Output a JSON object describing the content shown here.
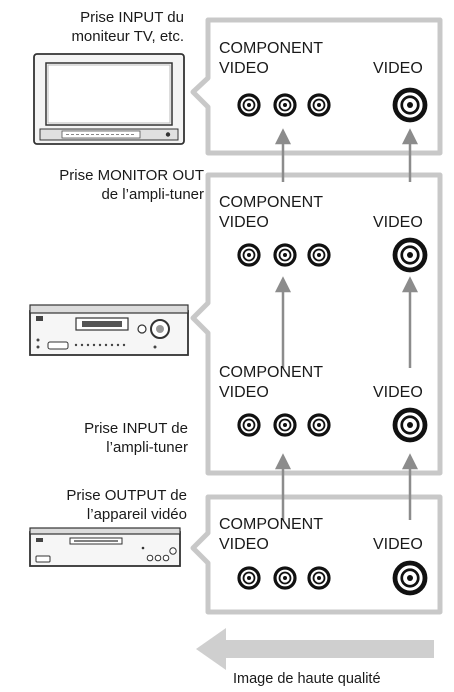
{
  "labels": {
    "tv_input": [
      "Prise INPUT du",
      "moniteur TV, etc."
    ],
    "amp_monitor_out": [
      "Prise MONITOR OUT",
      "de l’ampli-tuner"
    ],
    "amp_input": [
      "Prise INPUT de",
      "l’ampli-tuner"
    ],
    "video_output": [
      "Prise OUTPUT de",
      "l’appareil vidéo"
    ]
  },
  "panels": [
    {
      "component_label": [
        "COMPONENT",
        "VIDEO"
      ],
      "video_label": "VIDEO"
    },
    {
      "component_label": [
        "COMPONENT",
        "VIDEO"
      ],
      "video_label": "VIDEO"
    },
    {
      "component_label": [
        "COMPONENT",
        "VIDEO"
      ],
      "video_label": "VIDEO"
    },
    {
      "component_label": [
        "COMPONENT",
        "VIDEO"
      ],
      "video_label": "VIDEO"
    }
  ],
  "caption": "Image de haute qualité",
  "colors": {
    "panel_border": "#c8c8c8",
    "arrow": "#8c8c8c",
    "flow_arrow": "#cfcfcf",
    "text": "#1a1a1a"
  }
}
